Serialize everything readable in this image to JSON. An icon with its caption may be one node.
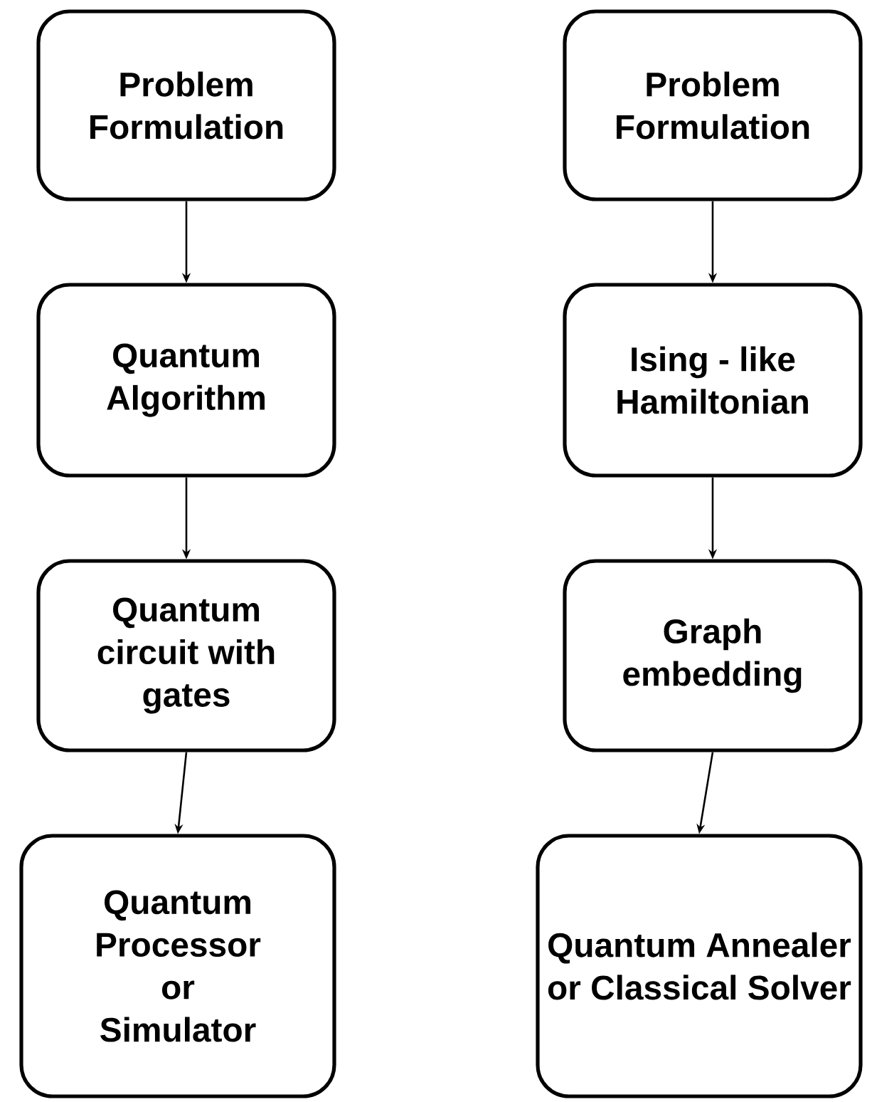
{
  "diagram": {
    "nodes": [
      {
        "text": [
          "Problem Formulation"
        ]
      },
      {
        "text": [
          "Quantum Algorithm"
        ]
      },
      {
        "text": [
          "Quantum circuit with gates"
        ]
      },
      {
        "text": [
          "Quantum Processor or Simulator"
        ]
      },
      {
        "text": [
          "Problem Formulation"
        ]
      },
      {
        "text": [
          "Ising - like Hamiltonian"
        ]
      },
      {
        "text": [
          "Graph embedding"
        ]
      },
      {
        "text": [
          "Quantum Annealer or Classical Solver"
        ]
      }
    ],
    "edges": [
      {
        "from": 0,
        "to": 1,
        "arrow": "to"
      },
      {
        "from": 1,
        "to": 2,
        "arrow": "to"
      },
      {
        "from": 2,
        "to": 3,
        "arrow": "to"
      },
      {
        "from": 4,
        "to": 5,
        "arrow": "to"
      },
      {
        "from": 5,
        "to": 6,
        "arrow": "to"
      },
      {
        "from": 6,
        "to": 7,
        "arrow": "to"
      }
    ]
  }
}
